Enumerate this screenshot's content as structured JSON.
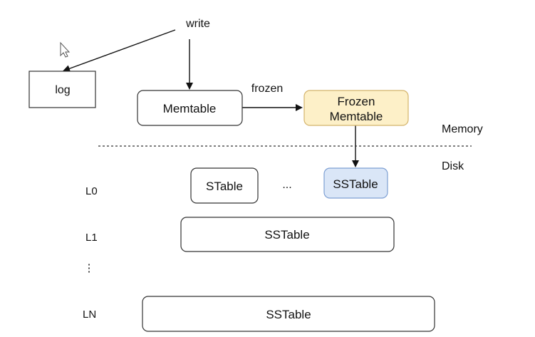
{
  "diagram": {
    "nodes": {
      "log": {
        "label": "log"
      },
      "memtable": {
        "label": "Memtable"
      },
      "frozen_memtable": {
        "line1": "Frozen",
        "line2": "Memtable",
        "fill": "#fdf0c8",
        "stroke": "#d4b36b"
      },
      "l0_stable": {
        "label": "STable"
      },
      "l0_ellipsis": {
        "label": "..."
      },
      "l0_sstable": {
        "label": "SSTable",
        "fill": "#dae6f7",
        "stroke": "#7d9fd3"
      },
      "l1_sstable": {
        "label": "SSTable"
      },
      "ln_sstable": {
        "label": "SSTable"
      }
    },
    "labels": {
      "write": "write",
      "frozen": "frozen",
      "memory": "Memory",
      "disk": "Disk"
    },
    "levels": {
      "l0": "L0",
      "l1": "L1",
      "more": "⋮",
      "ln": "LN"
    }
  }
}
